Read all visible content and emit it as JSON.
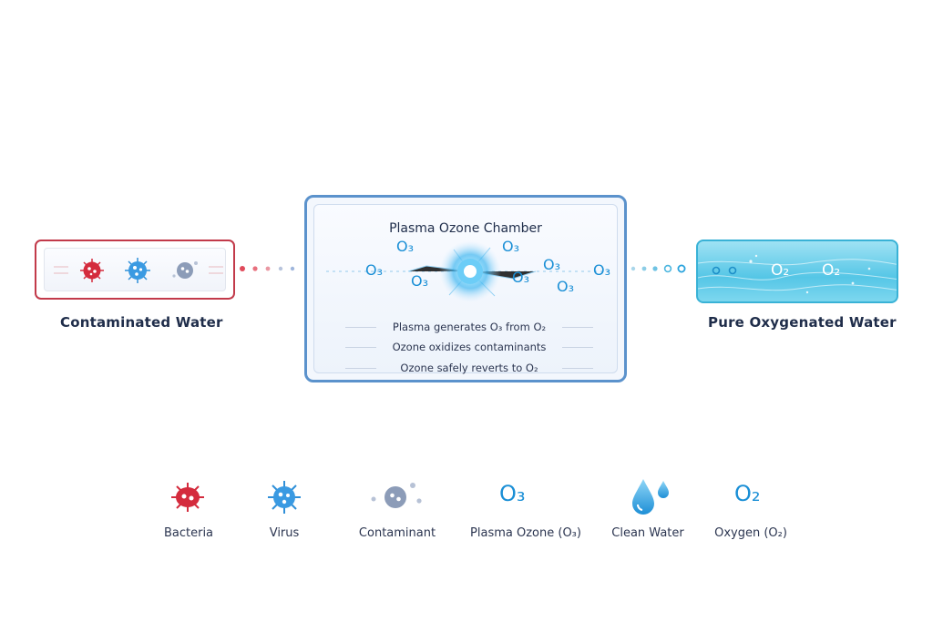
{
  "stages": {
    "input_label": "Contaminated Water",
    "output_label": "Pure Oxygenated Water"
  },
  "chamber": {
    "title": "Plasma Ozone Chamber",
    "steps": [
      "Plasma generates O₃ from O₂",
      "Ozone oxidizes contaminants",
      "Ozone safely reverts to O₂"
    ],
    "molecule_label": "O₃"
  },
  "output_molecule_label": "O₂",
  "legend": [
    {
      "icon": "bacteria-icon",
      "label": "Bacteria",
      "color": "#d42b3d"
    },
    {
      "icon": "virus-icon",
      "label": "Virus",
      "color": "#2f8fd8"
    },
    {
      "icon": "contaminant-icon",
      "label": "Contaminant",
      "color": "#8c9cb8"
    },
    {
      "icon": "ozone-icon",
      "label": "Plasma Ozone (O₃)",
      "symbol": "O₃",
      "color": "#1a8fd6"
    },
    {
      "icon": "clean-water-icon",
      "label": "Clean Water",
      "color": "#2aa3dd"
    },
    {
      "icon": "oxygen-icon",
      "label": "Oxygen (O₂)",
      "symbol": "O₂",
      "color": "#1a8fd6"
    }
  ],
  "colors": {
    "contaminated_border": "#c23a4a",
    "chamber_border": "#5b92cc",
    "clean_border": "#39b2d6",
    "text": "#1f2d4a"
  }
}
